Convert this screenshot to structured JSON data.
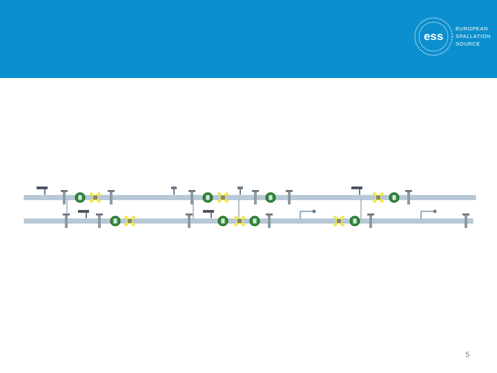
{
  "header": {
    "logo": {
      "mark_text": "ess",
      "icon": "ess-logo-icon",
      "lines": [
        "EUROPEAN",
        "SPALLATION",
        "SOURCE"
      ]
    },
    "background_color": "#0c8fce"
  },
  "diagram": {
    "pipe_color": "#b9cad8",
    "valve_gate_color": "#2e8b3a",
    "valve_cross_color": "#f1e84a",
    "top_line": {
      "components": [
        "vacuum-gauge",
        "flange",
        "gate-valve",
        "crossed-valve",
        "flange",
        "gauge",
        "flange",
        "gate-valve",
        "crossed-valve",
        "gauge",
        "flange",
        "gate-valve",
        "flange",
        "vacuum-gauge",
        "crossed-valve",
        "gate-valve",
        "flange"
      ]
    },
    "bottom_line": {
      "components": [
        "flange",
        "vacuum-gauge",
        "flange",
        "gate-valve",
        "crossed-valve",
        "flange",
        "vacuum-gauge",
        "gate-valve",
        "crossed-valve",
        "gate-valve",
        "flange",
        "pump-branch",
        "crossed-valve",
        "gate-valve",
        "flange",
        "pump-branch",
        "flange"
      ]
    }
  },
  "footer": {
    "page_number": "5"
  }
}
